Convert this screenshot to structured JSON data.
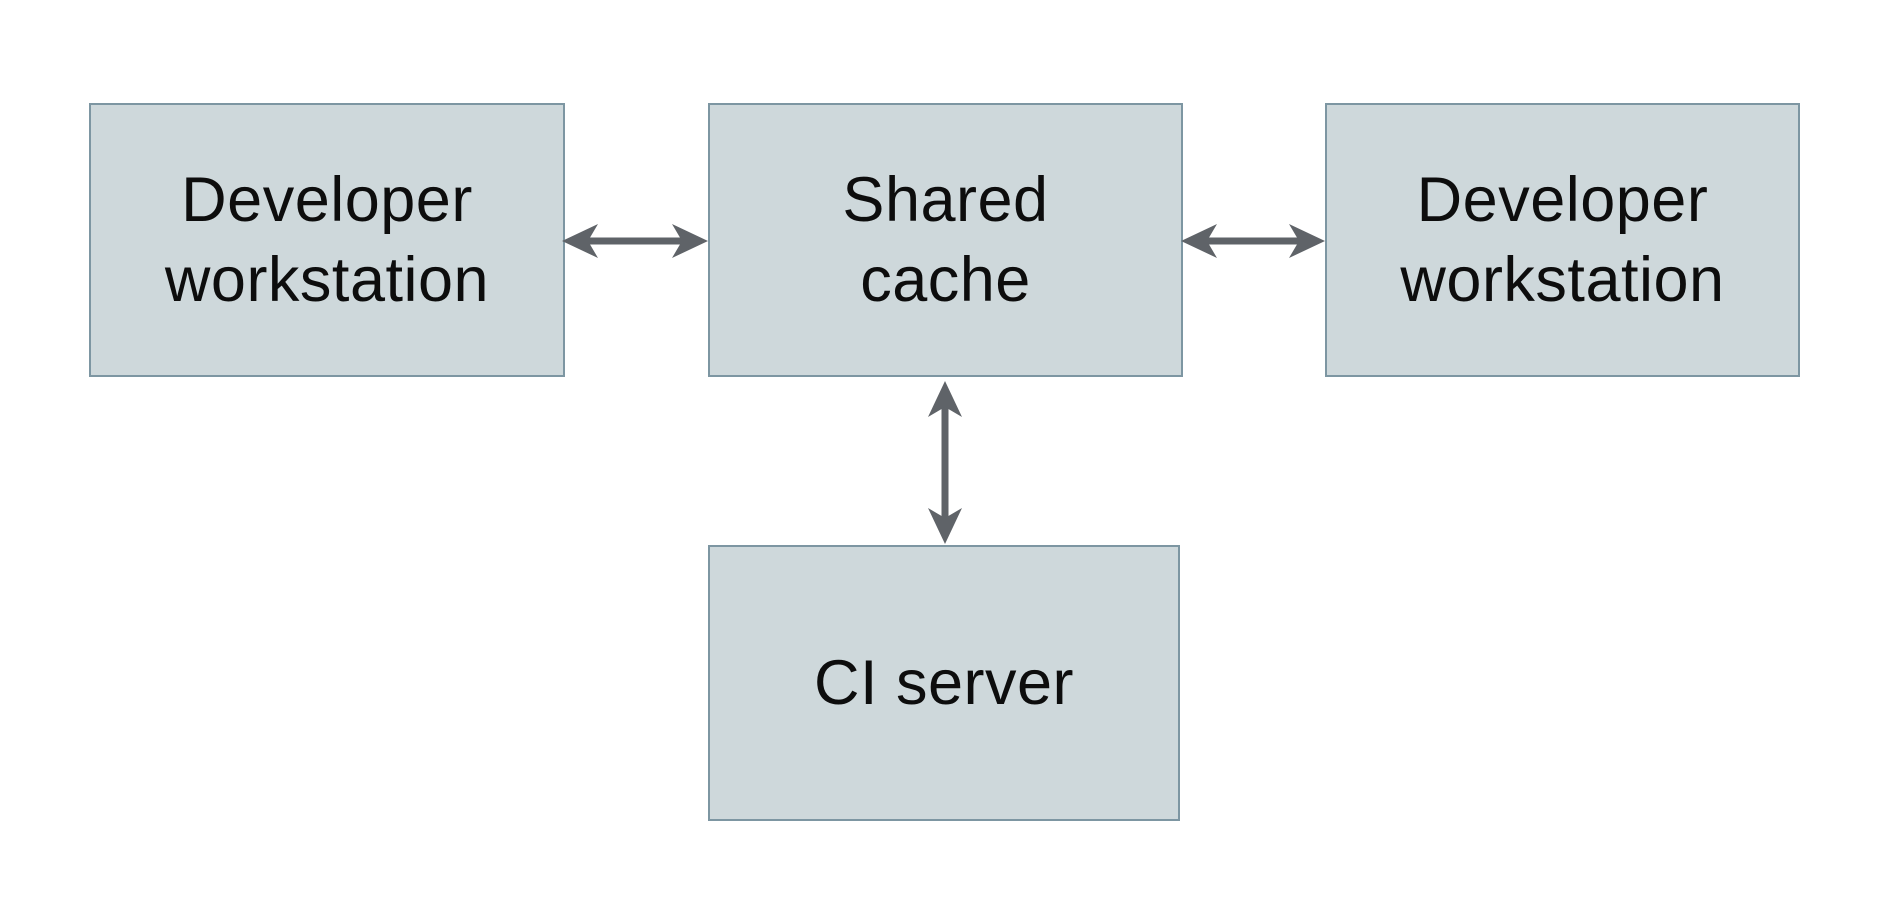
{
  "diagram": {
    "background_color": "#ffffff",
    "node_fill_color": "#ced8db",
    "node_border_color": "#7d96a2",
    "arrow_color": "#5f6368",
    "text_color": "#0d0d0d",
    "nodes": [
      {
        "id": "dev-workstation-left",
        "label": "Developer workstation",
        "lines": [
          "Developer",
          "workstation"
        ]
      },
      {
        "id": "shared-cache",
        "label": "Shared cache",
        "lines": [
          "Shared",
          "cache"
        ]
      },
      {
        "id": "dev-workstation-right",
        "label": "Developer workstation",
        "lines": [
          "Developer",
          "workstation"
        ]
      },
      {
        "id": "ci-server",
        "label": "CI server",
        "lines": [
          "CI server"
        ]
      }
    ],
    "edges": [
      {
        "from": "dev-workstation-left",
        "to": "shared-cache",
        "direction": "bidirectional",
        "orientation": "horizontal"
      },
      {
        "from": "shared-cache",
        "to": "dev-workstation-right",
        "direction": "bidirectional",
        "orientation": "horizontal"
      },
      {
        "from": "shared-cache",
        "to": "ci-server",
        "direction": "bidirectional",
        "orientation": "vertical"
      }
    ]
  }
}
